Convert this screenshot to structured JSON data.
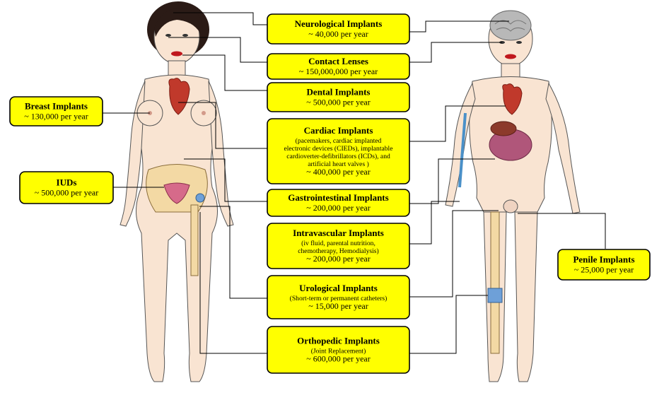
{
  "implants": [
    {
      "id": "neurological",
      "title": "Neurological Implants",
      "desc": [],
      "count": "~ 40,000 per year"
    },
    {
      "id": "contact-lenses",
      "title": "Contact Lenses",
      "desc": [],
      "count": "~ 150,000,000 per year"
    },
    {
      "id": "dental",
      "title": "Dental Implants",
      "desc": [],
      "count": "~ 500,000 per year"
    },
    {
      "id": "cardiac",
      "title": "Cardiac Implants",
      "desc": [
        "(pacemakers, cardiac implanted",
        "electronic devices (CIEDs), implantable",
        "cardioverter-defibrillators (ICDs), and",
        "artificial heart valves )"
      ],
      "count": "~ 400,000 per year"
    },
    {
      "id": "gastrointestinal",
      "title": "Gastrointestinal Implants",
      "desc": [],
      "count": "~ 200,000 per year"
    },
    {
      "id": "intravascular",
      "title": "Intravascular Implants",
      "desc": [
        "(iv fluid, parental nutrition,",
        "chemotherapy, Hemodialysis)"
      ],
      "count": "~ 200,000 per year"
    },
    {
      "id": "urological",
      "title": "Urological Implants",
      "desc": [
        "(Short-term or permanent catheters)"
      ],
      "count": "~ 15,000 per year"
    },
    {
      "id": "orthopedic",
      "title": "Orthopedic Implants",
      "desc": [
        "(Joint Replacement)"
      ],
      "count": "~ 600,000 per year"
    },
    {
      "id": "breast",
      "title": "Breast Implants",
      "desc": [],
      "count": "~ 130,000 per year"
    },
    {
      "id": "iuds",
      "title": "IUDs",
      "desc": [],
      "count": "~ 500,000 per year"
    },
    {
      "id": "penile",
      "title": "Penile Implants",
      "desc": [],
      "count": "~ 25,000 per year"
    }
  ],
  "colors": {
    "box_fill": "#ffff00",
    "box_border": "#000000",
    "skin": "#f9e4d2",
    "hair": "#2b1b16",
    "brain": "#b8b8b8",
    "heart": "#c0392b",
    "vessel": "#4a90c8",
    "bone": "#f3d9a4",
    "implant_blue": "#6ea0d8"
  }
}
